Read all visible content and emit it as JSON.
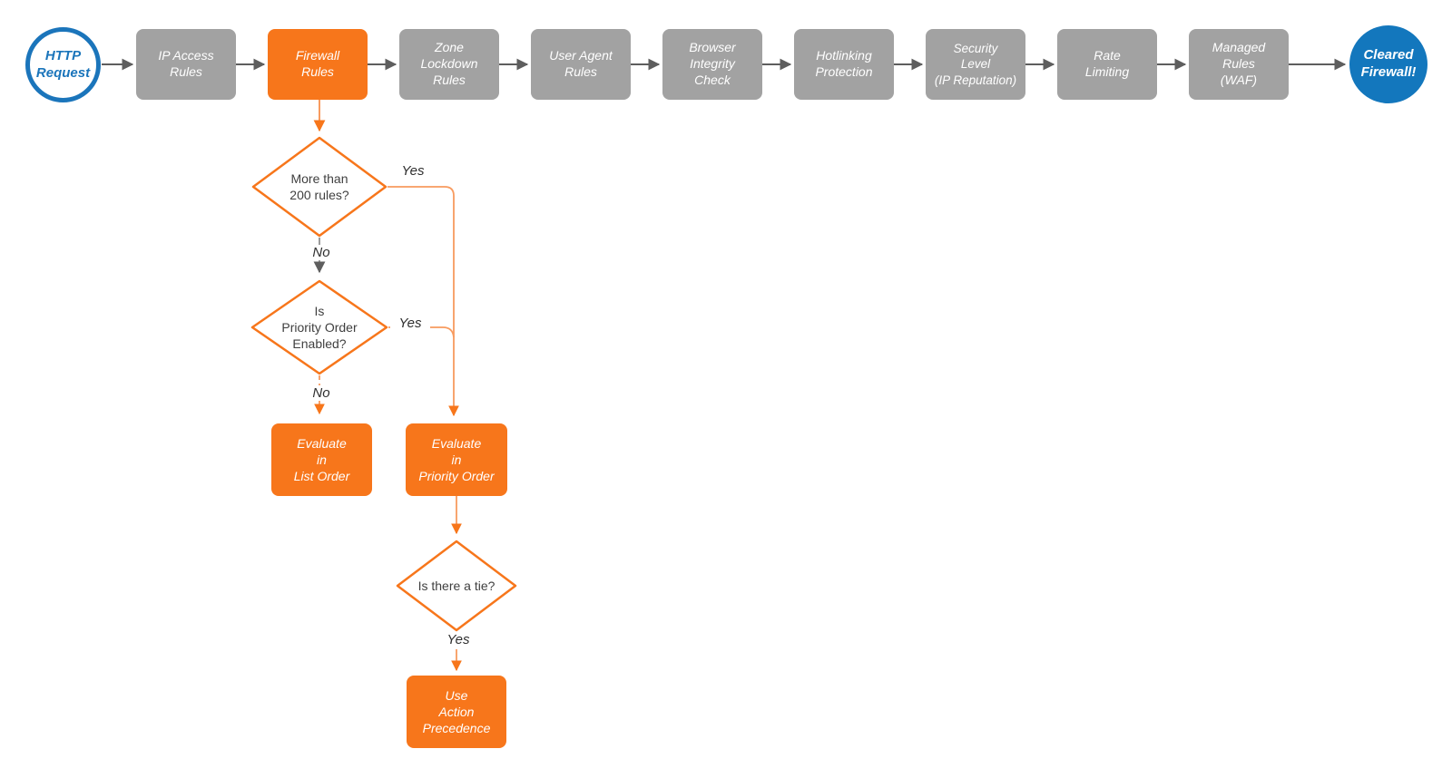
{
  "colors": {
    "accent_orange": "#F7761B",
    "connector_orange_light": "#F89B5F",
    "process_gray": "#A2A2A2",
    "arrow_gray": "#5E5E5E",
    "terminal_blue_border": "#1B75BB",
    "terminal_blue_fill": "#1377BD",
    "diamond_text": "#3F3F3F"
  },
  "pipeline": {
    "nodes": [
      {
        "id": "http-request",
        "type": "terminal-start",
        "lines": [
          "HTTP",
          "Request"
        ]
      },
      {
        "id": "ip-access-rules",
        "type": "process",
        "lines": [
          "IP Access",
          "Rules"
        ]
      },
      {
        "id": "firewall-rules",
        "type": "process-highlight",
        "lines": [
          "Firewall",
          "Rules"
        ]
      },
      {
        "id": "zone-lockdown-rules",
        "type": "process",
        "lines": [
          "Zone",
          "Lockdown",
          "Rules"
        ]
      },
      {
        "id": "user-agent-rules",
        "type": "process",
        "lines": [
          "User Agent",
          "Rules"
        ]
      },
      {
        "id": "browser-integrity-check",
        "type": "process",
        "lines": [
          "Browser",
          "Integrity",
          "Check"
        ]
      },
      {
        "id": "hotlinking-protection",
        "type": "process",
        "lines": [
          "Hotlinking",
          "Protection"
        ]
      },
      {
        "id": "security-level",
        "type": "process",
        "lines": [
          "Security",
          "Level",
          "(IP Reputation)"
        ]
      },
      {
        "id": "rate-limiting",
        "type": "process",
        "lines": [
          "Rate",
          "Limiting"
        ]
      },
      {
        "id": "managed-rules-waf",
        "type": "process",
        "lines": [
          "Managed",
          "Rules",
          "(WAF)"
        ]
      },
      {
        "id": "cleared-firewall",
        "type": "terminal-end",
        "lines": [
          "Cleared",
          "Firewall!"
        ]
      }
    ]
  },
  "decision_tree": {
    "diamonds": [
      {
        "id": "more-than-200-rules",
        "lines": [
          "More than",
          "200 rules?"
        ]
      },
      {
        "id": "is-priority-order-enabled",
        "lines": [
          "Is",
          "Priority Order",
          "Enabled?"
        ]
      },
      {
        "id": "is-there-a-tie",
        "lines": [
          "Is there a tie?"
        ]
      }
    ],
    "boxes": [
      {
        "id": "evaluate-in-list-order",
        "lines": [
          "Evaluate",
          "in",
          "List Order"
        ]
      },
      {
        "id": "evaluate-in-priority-order",
        "lines": [
          "Evaluate",
          "in",
          "Priority Order"
        ]
      },
      {
        "id": "use-action-precedence",
        "lines": [
          "Use",
          "Action",
          "Precedence"
        ]
      }
    ],
    "labels": {
      "yes1": "Yes",
      "no1": "No",
      "yes2": "Yes",
      "no2": "No",
      "yes3": "Yes"
    }
  }
}
